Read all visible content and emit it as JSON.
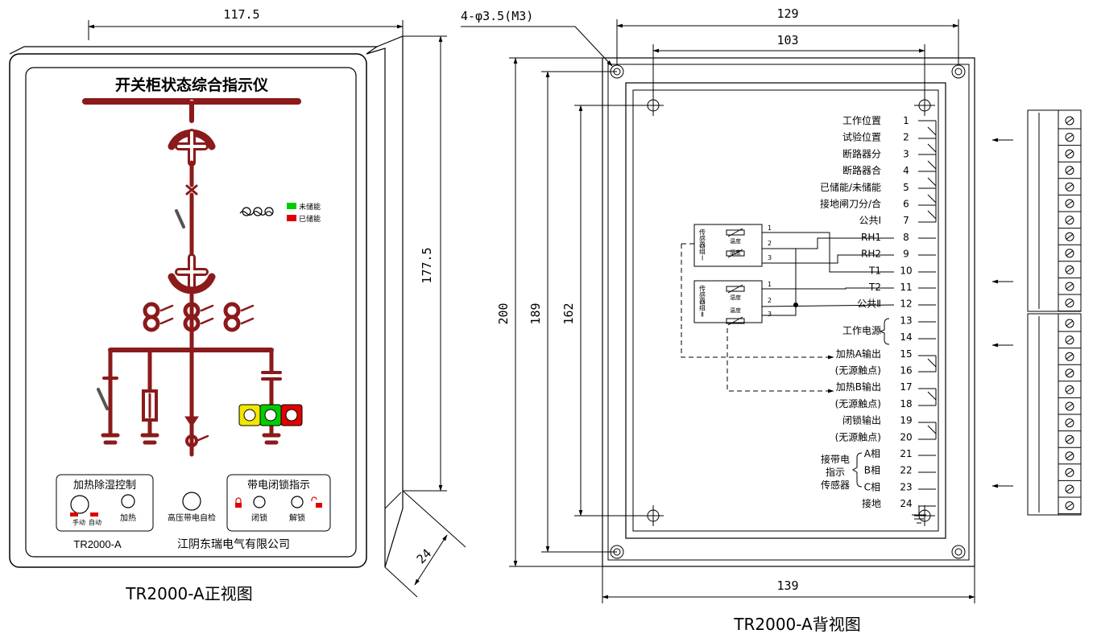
{
  "front": {
    "dim_width": "117.5",
    "dim_height": "177.5",
    "dim_depth": "24",
    "title": "开关柜状态综合指示仪",
    "energy_green": "未储能",
    "energy_red": "已储能",
    "panel_heat_title": "加热除湿控制",
    "manual": "手动",
    "auto": "自动",
    "heat": "加热",
    "hv_check": "高压带电自检",
    "panel_lock_title": "带电闭锁指示",
    "lock": "闭锁",
    "unlock": "解锁",
    "model": "TR2000-A",
    "company": "江阴东瑞电气有限公司",
    "caption": "TR2000-A正视图"
  },
  "back": {
    "hole_spec": "4-φ3.5(M3)",
    "dim_129": "129",
    "dim_103": "103",
    "dim_139": "139",
    "dim_200": "200",
    "dim_189": "189",
    "dim_162": "162",
    "caption": "TR2000-A背视图",
    "sensor_group_1": "传感器组Ⅰ",
    "sensor_group_2": "传感器组Ⅱ",
    "temp": "温度",
    "humidity": "湿度",
    "sensor_pins": [
      "1",
      "2",
      "3"
    ],
    "terminals": [
      {
        "label": "工作位置",
        "num": "1"
      },
      {
        "label": "试验位置",
        "num": "2"
      },
      {
        "label": "断路器分",
        "num": "3"
      },
      {
        "label": "断路器合",
        "num": "4"
      },
      {
        "label": "已储能/未储能",
        "num": "5"
      },
      {
        "label": "接地闸刀分/合",
        "num": "6"
      },
      {
        "label": "公共Ⅰ",
        "num": "7"
      },
      {
        "label": "RH1",
        "num": "8"
      },
      {
        "label": "RH2",
        "num": "9"
      },
      {
        "label": "T1",
        "num": "10"
      },
      {
        "label": "T2",
        "num": "11"
      },
      {
        "label": "公共Ⅱ",
        "num": "12"
      },
      {
        "label": "",
        "num": "13"
      },
      {
        "label": "",
        "num": "14"
      },
      {
        "label": "加热A输出",
        "num": "15"
      },
      {
        "label": "(无源触点)",
        "num": "16"
      },
      {
        "label": "加热B输出",
        "num": "17"
      },
      {
        "label": "(无源触点)",
        "num": "18"
      },
      {
        "label": "闭锁输出",
        "num": "19"
      },
      {
        "label": "(无源触点)",
        "num": "20"
      },
      {
        "label": "A相",
        "num": "21"
      },
      {
        "label": "B相",
        "num": "22"
      },
      {
        "label": "C相",
        "num": "23"
      },
      {
        "label": "接地",
        "num": "24"
      }
    ],
    "work_power": "工作电源",
    "live_sensor": [
      "接带电",
      "指示",
      "传感器"
    ]
  },
  "colors": {
    "maroon": "#8b1a1a",
    "green": "#00cc00",
    "red": "#e00000",
    "yellow": "#f2e600"
  }
}
